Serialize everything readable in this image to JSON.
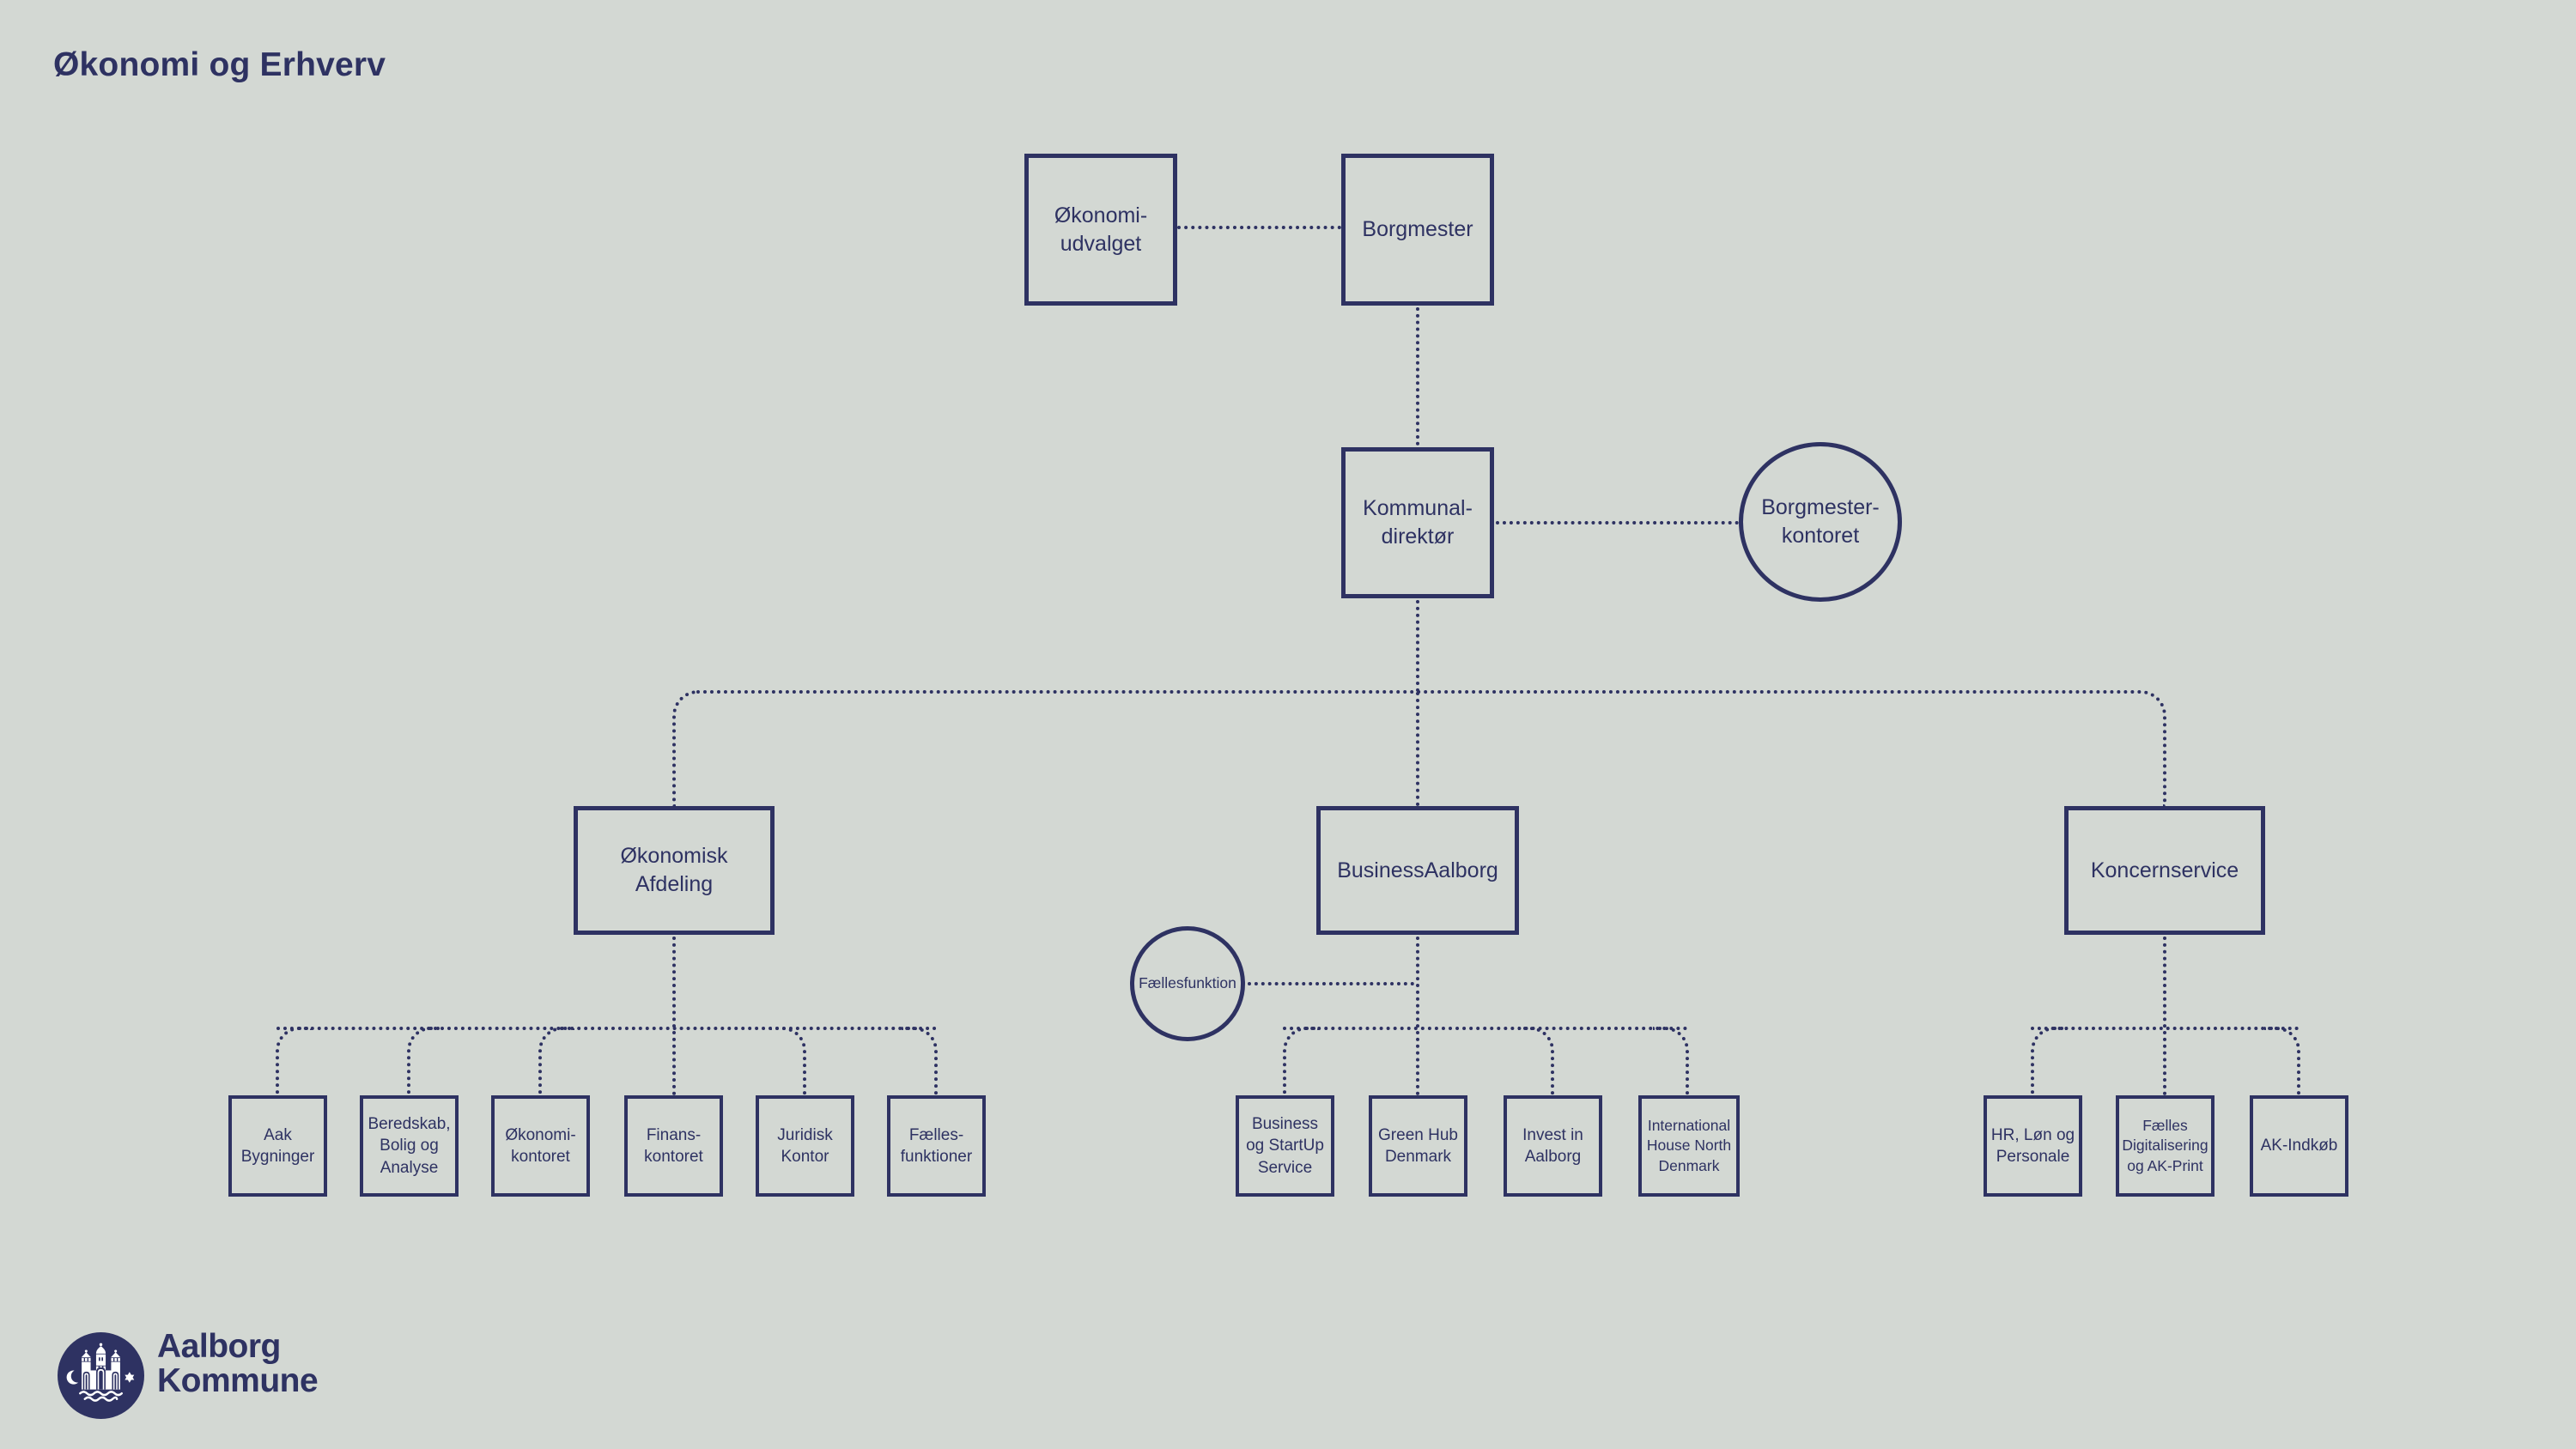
{
  "title": "Økonomi og Erhverv",
  "colors": {
    "navy": "#2e3262",
    "background": "#d3d8d3"
  },
  "nodes": {
    "okonomiudvalget": {
      "label": "Økonomi-\nudvalget"
    },
    "borgmester": {
      "label": "Borgmester"
    },
    "kommunaldirektor": {
      "label": "Kommunal-\ndirektør"
    },
    "borgmesterkontoret": {
      "label": "Borgmester-\nkontoret"
    },
    "okonomisk_afdeling": {
      "label": "Økonomisk\nAfdeling"
    },
    "business_aalborg": {
      "label": "BusinessAalborg"
    },
    "koncernservice": {
      "label": "Koncernservice"
    },
    "faellesfunktion": {
      "label": "Fællesfunktion"
    },
    "aak_bygninger": {
      "label": "Aak\nBygninger"
    },
    "beredskab_bolig_analyse": {
      "label": "Beredskab,\nBolig og\nAnalyse"
    },
    "okonomikontoret": {
      "label": "Økonomi-\nkontoret"
    },
    "finanskontoret": {
      "label": "Finans-\nkontoret"
    },
    "juridisk_kontor": {
      "label": "Juridisk\nKontor"
    },
    "faellesfunktioner": {
      "label": "Fælles-\nfunktioner"
    },
    "business_startup_service": {
      "label": "Business\nog StartUp\nService"
    },
    "green_hub_denmark": {
      "label": "Green Hub\nDenmark"
    },
    "invest_in_aalborg": {
      "label": "Invest in\nAalborg"
    },
    "international_house": {
      "label": "International\nHouse North\nDenmark"
    },
    "hr_lon_personale": {
      "label": "HR, Løn og\nPersonale"
    },
    "faelles_digitalisering": {
      "label": "Fælles\nDigitalisering\nog AK-Print"
    },
    "ak_indkob": {
      "label": "AK-Indkøb"
    }
  },
  "logo": {
    "line1": "Aalborg",
    "line2": "Kommune"
  }
}
